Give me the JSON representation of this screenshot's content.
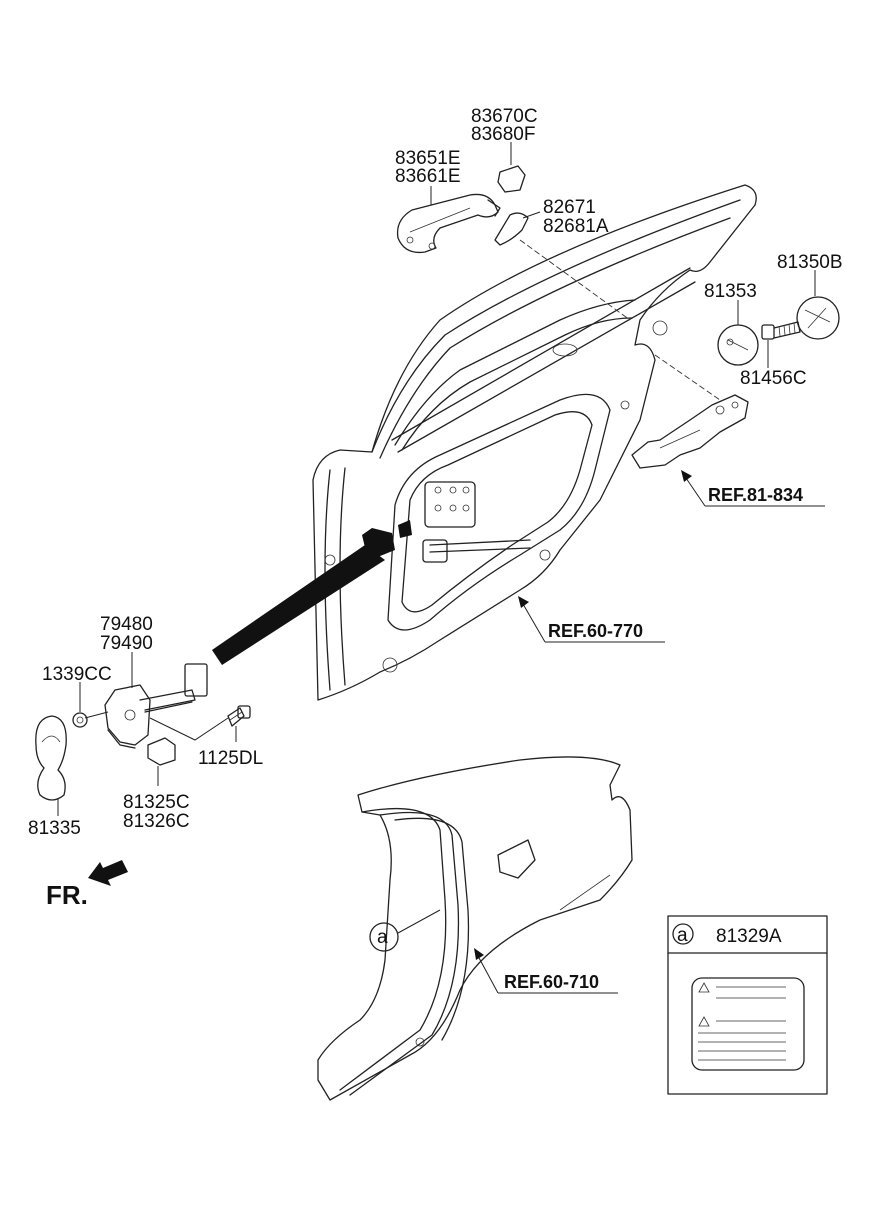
{
  "labels": {
    "handle_a": "83651E",
    "handle_b": "83661E",
    "cap_a": "83670C",
    "cap_b": "83680F",
    "gasket_a": "82671",
    "gasket_b": "82681A",
    "striker_cover": "81350B",
    "plug": "81353",
    "screw": "81456C",
    "checker_a": "79480",
    "checker_b": "79490",
    "nut": "1339CC",
    "bolt": "1125DL",
    "cap_c": "81325C",
    "cap_d": "81326C",
    "seal": "81335",
    "label_part": "81329A",
    "callout_a": "a",
    "legend_a": "a"
  },
  "refs": {
    "latch": "REF.81-834",
    "door": "REF.60-770",
    "quarter": "REF.60-710"
  },
  "front_indicator": "FR."
}
